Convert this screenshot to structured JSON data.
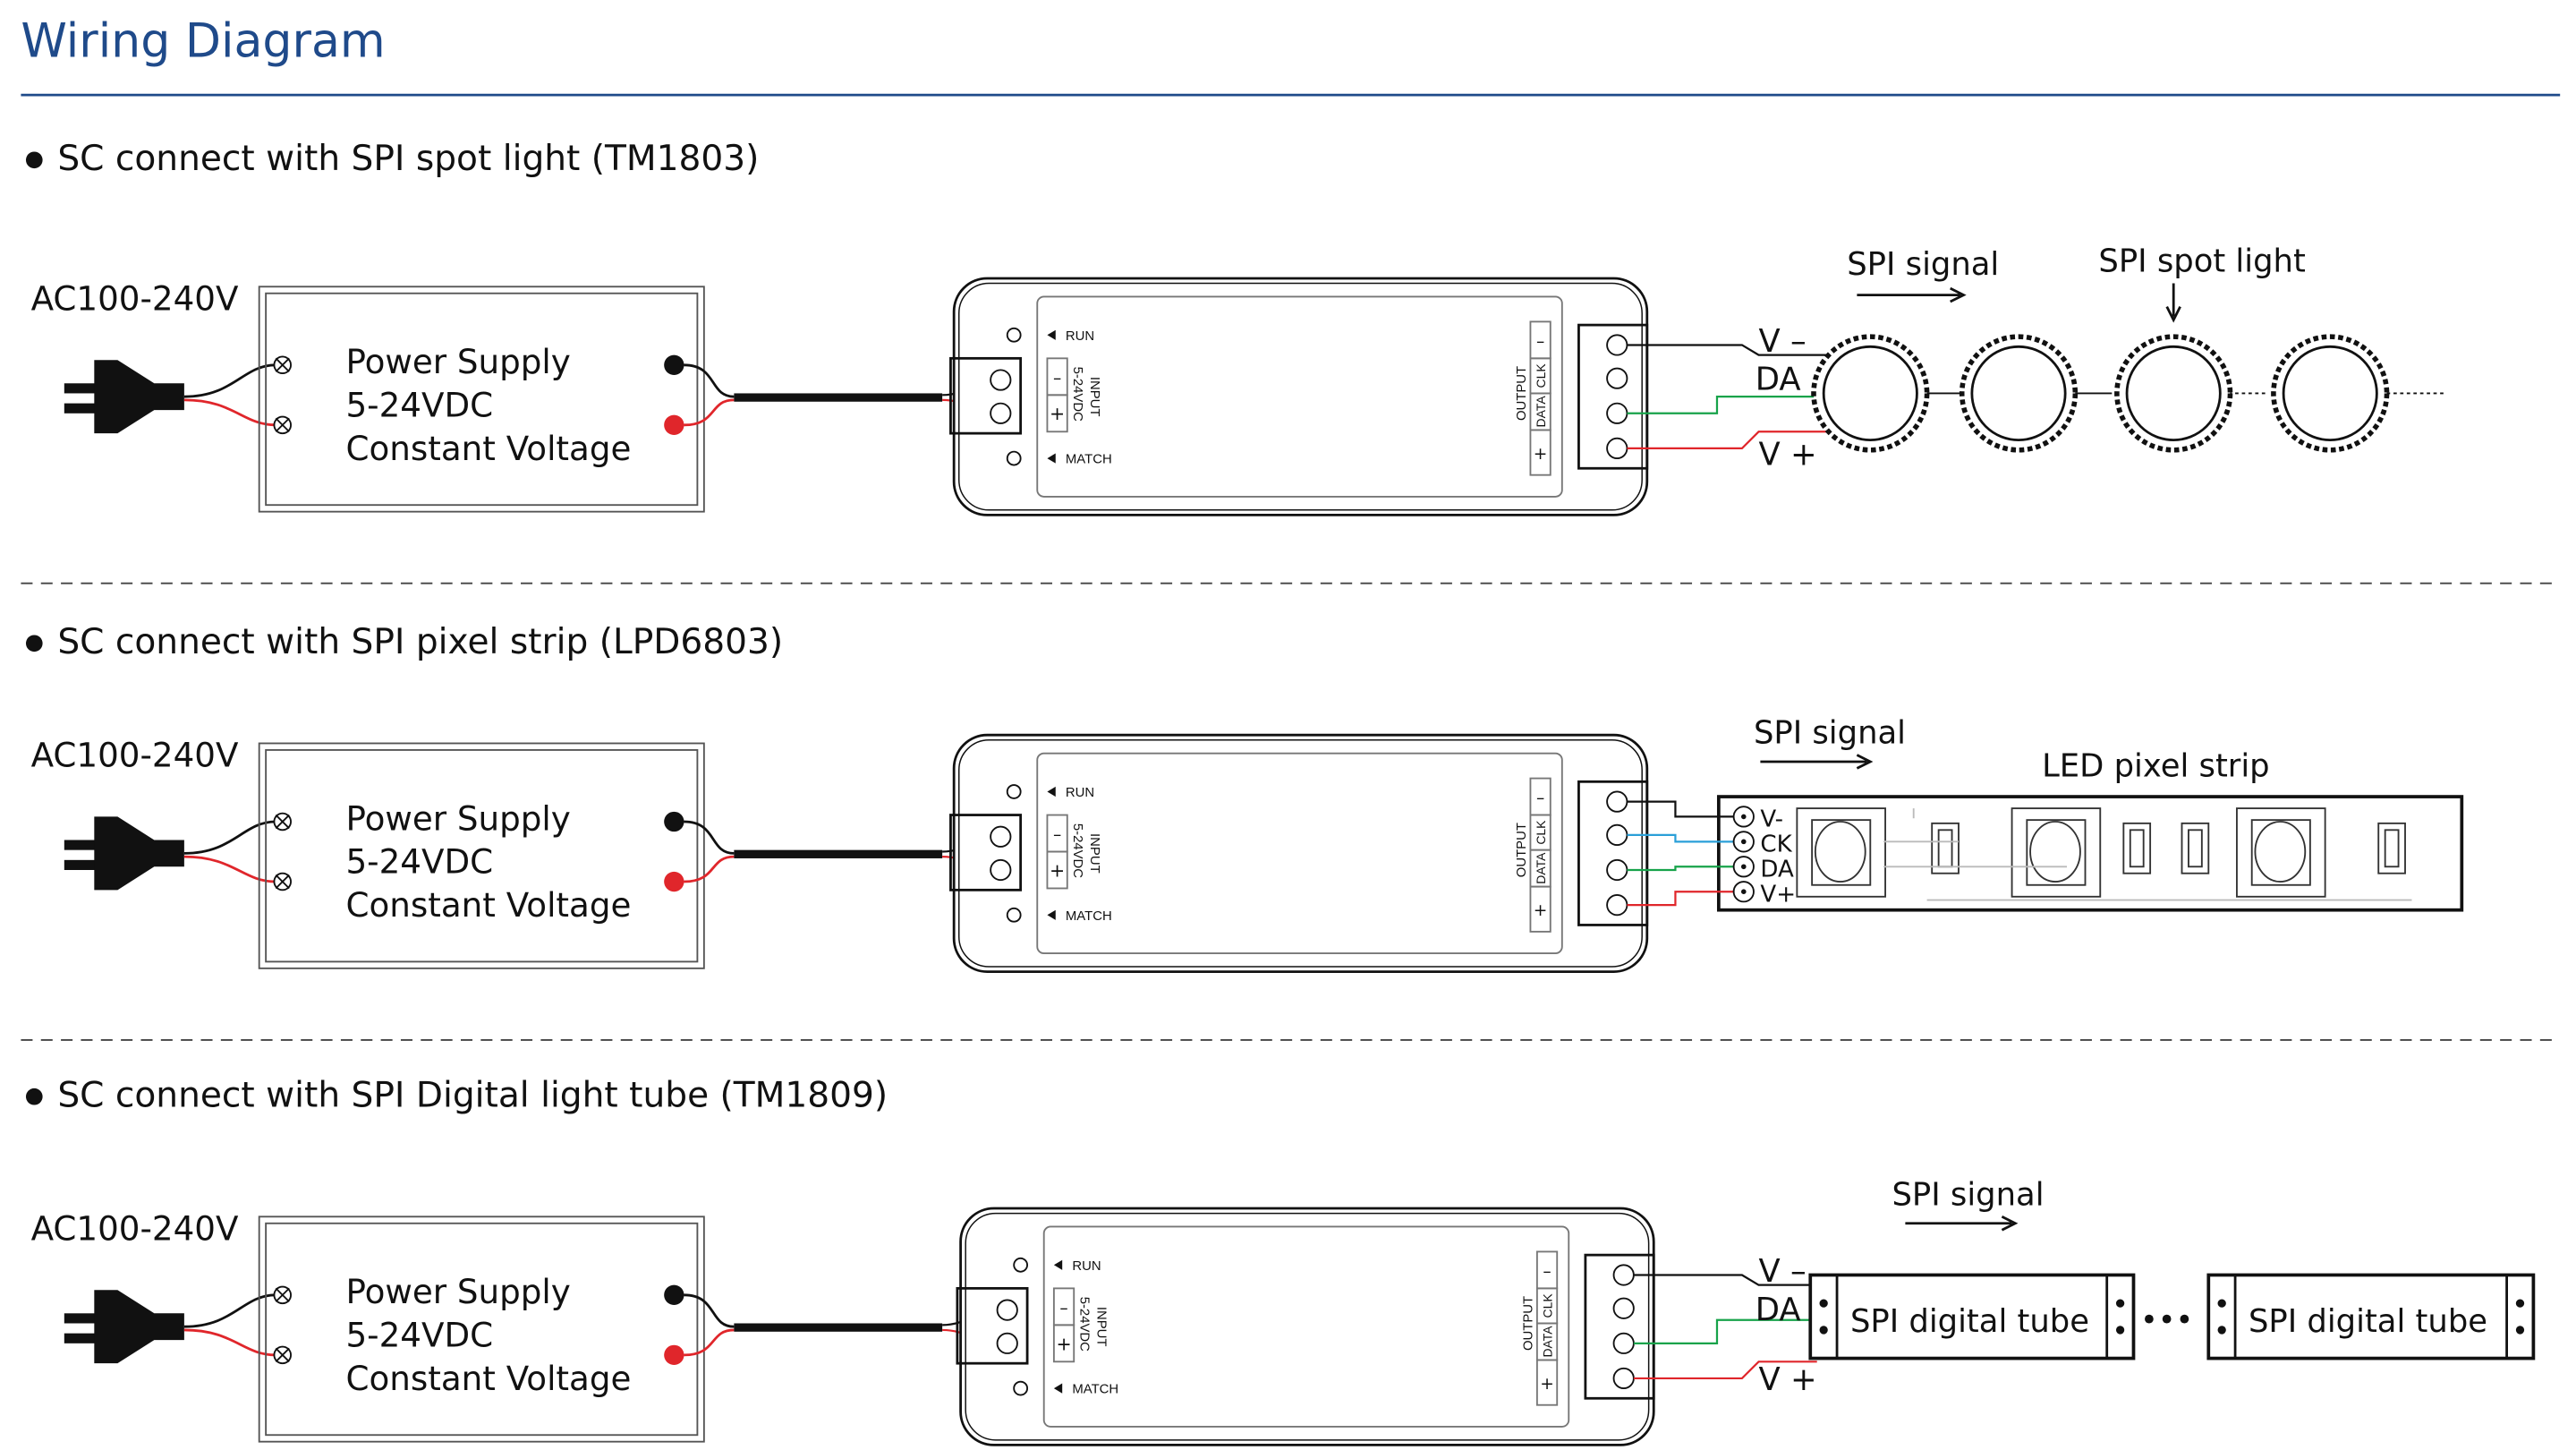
{
  "title": "Wiring Diagram",
  "colors": {
    "title": "#1f4a8a",
    "red": "#e0262b",
    "green": "#17a34a",
    "blue": "#2a9fd8",
    "black": "#111111"
  },
  "sections": [
    {
      "heading": "SC connect with SPI spot light (TM1803)",
      "load": "spot",
      "signal_label": "SPI signal",
      "load_label": "SPI spot light",
      "wire_labels": [
        "V –",
        "DA",
        "V +"
      ]
    },
    {
      "heading": "SC connect with SPI pixel strip (LPD6803)",
      "load": "strip",
      "signal_label": "SPI signal",
      "load_label": "LED pixel strip",
      "wire_labels": [
        "V-",
        "CK",
        "DA",
        "V+"
      ]
    },
    {
      "heading": "SC connect with SPI Digital light tube (TM1809)",
      "load": "tube",
      "signal_label": "SPI signal",
      "load_label": "SPI digital tube",
      "wire_labels": [
        "V –",
        "DA",
        "V +"
      ]
    }
  ],
  "ac_label": "AC100-240V",
  "power_supply": [
    "Power Supply",
    "5-24VDC",
    "Constant Voltage"
  ],
  "controller": {
    "run": "RUN",
    "match": "MATCH",
    "input": "INPUT",
    "input_voltage": "5-24VDC",
    "minus": "–",
    "plus": "+",
    "output": "OUTPUT",
    "output_pins": [
      "–",
      "CLK",
      "DATA",
      "+"
    ]
  },
  "tube_separator": "•••"
}
